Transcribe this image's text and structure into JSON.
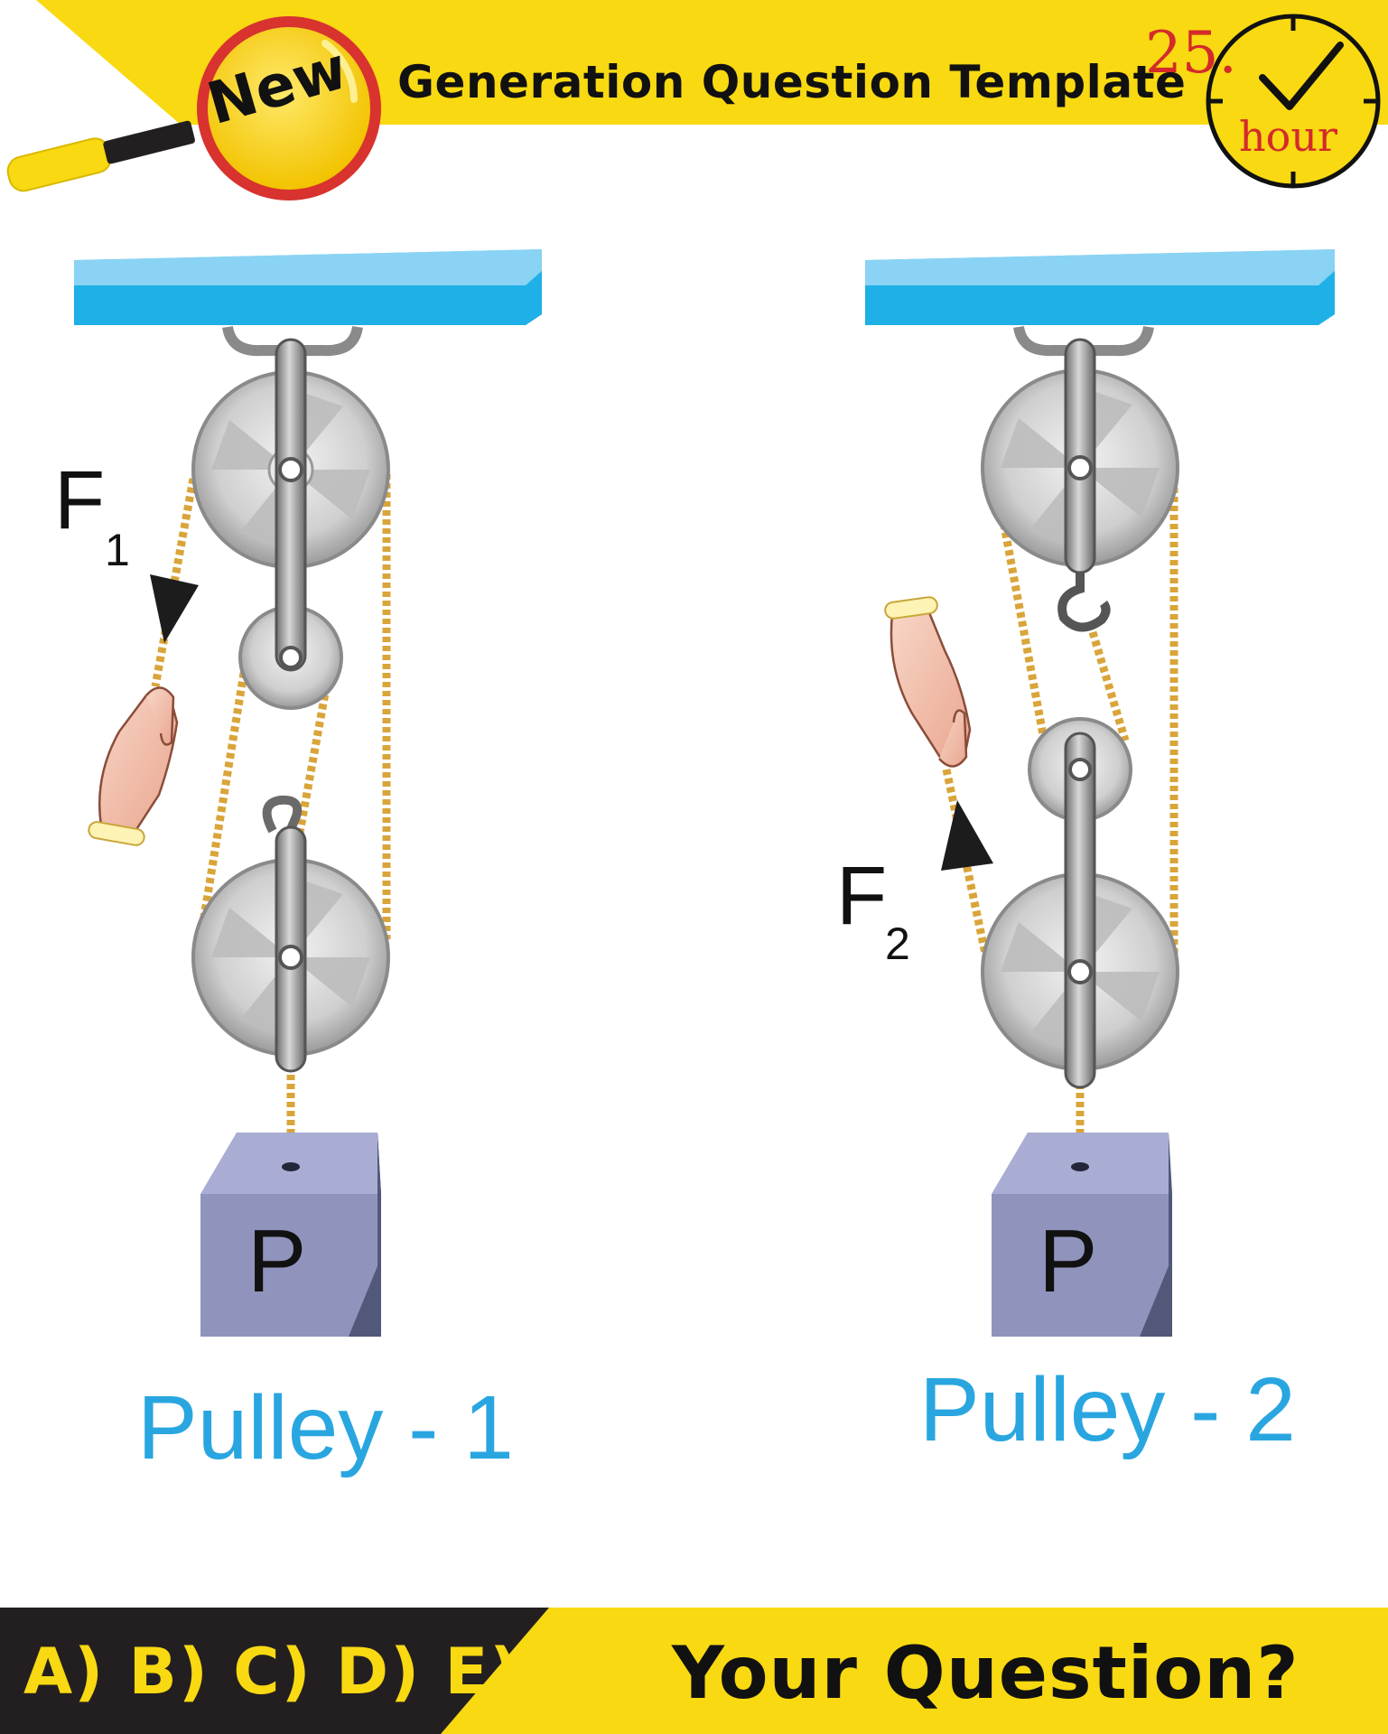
{
  "header": {
    "badge_label": "New",
    "title": "Generation Question Template",
    "timer_number": "25.",
    "timer_unit": "hour"
  },
  "diagram": {
    "left_system": {
      "force_label": "F",
      "force_subscript": "1",
      "weight_label": "P",
      "caption": "Pulley - 1"
    },
    "right_system": {
      "force_label": "F",
      "force_subscript": "2",
      "weight_label": "P",
      "caption": "Pulley - 2"
    }
  },
  "footer": {
    "answer_choices": "A) B) C) D) E)",
    "question": "Your Question?"
  },
  "colors": {
    "banner_yellow": "#f8d912",
    "footer_dark": "#231f20",
    "ceiling_blue": "#1eb0e6",
    "caption_blue": "#29a6e0",
    "rope": "#d9a53a",
    "block_face": "#9094bd",
    "block_side": "#51587a",
    "timer_red": "#d42a2a"
  }
}
